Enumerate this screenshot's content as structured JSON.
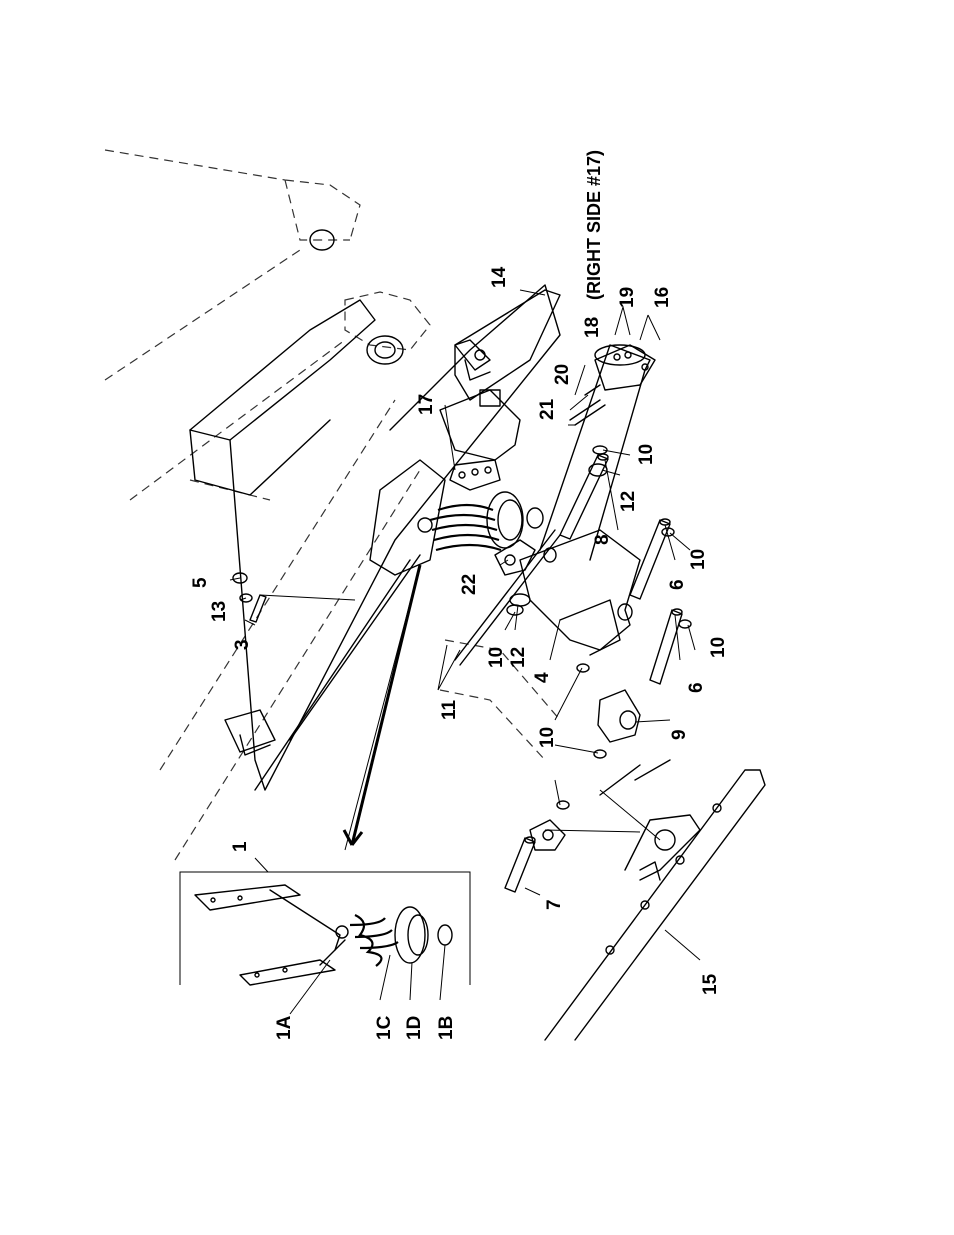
{
  "callouts": {
    "c1": "1",
    "c1A": "1A",
    "c1B": "1B",
    "c1C": "1C",
    "c1D": "1D",
    "c3": "3",
    "c4": "4",
    "c5": "5",
    "c6a": "6",
    "c6b": "6",
    "c7": "7",
    "c8": "8",
    "c9": "9",
    "c10a": "10",
    "c10b": "10",
    "c10c": "10",
    "c10d": "10",
    "c10e": "10",
    "c11": "11",
    "c12a": "12",
    "c12b": "12",
    "c13": "13",
    "c14": "14",
    "c15": "15",
    "c16": "16",
    "c17": "17",
    "c18": "18",
    "c19": "19",
    "c20": "20",
    "c21": "21",
    "c22": "22"
  },
  "notes": {
    "right_side": "(RIGHT SIDE #17)"
  }
}
